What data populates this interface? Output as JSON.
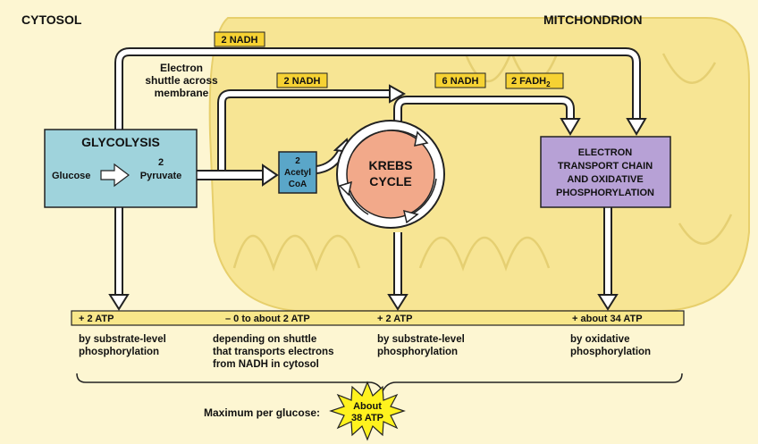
{
  "regions": {
    "cytosol": "CYTOSOL",
    "mitochondrion": "MITCHONDRION"
  },
  "nadh_badges": [
    "2 NADH",
    "2 NADH",
    "6 NADH"
  ],
  "fadh_badge": {
    "base": "2 FADH",
    "sub": "2"
  },
  "shuttle_label": [
    "Electron",
    "shuttle across",
    "membrane"
  ],
  "glycolysis": {
    "title": "GLYCOLYSIS",
    "input": "Glucose",
    "output_count": "2",
    "output": "Pyruvate"
  },
  "acetyl_coa": [
    "2",
    "Acetyl",
    "CoA"
  ],
  "krebs": [
    "KREBS",
    "CYCLE"
  ],
  "etc": [
    "ELECTRON",
    "TRANSPORT CHAIN",
    "AND OXIDATIVE",
    "PHOSPHORYLATION"
  ],
  "atp_yields": [
    "+ 2 ATP",
    "– 0 to about 2 ATP",
    "+ 2 ATP",
    "+ about 34 ATP"
  ],
  "atp_notes": [
    [
      "by substrate-level",
      "phosphorylation"
    ],
    [
      "depending on shuttle",
      "that transports electrons",
      "from NADH in cytosol"
    ],
    [
      "by substrate-level",
      "phosphorylation"
    ],
    [
      "by oxidative",
      "phosphorylation"
    ]
  ],
  "total": {
    "label": "Maximum per glucose:",
    "burst": [
      "About",
      "38 ATP"
    ]
  },
  "colors": {
    "background": "#fdf6d2",
    "mitochondrion": "#f7e594",
    "mito_edge": "#e7cf6c",
    "glycolysis": "#9fd3dc",
    "acetyl_coa": "#5aa6c8",
    "krebs": "#f2a98a",
    "etc": "#b7a1d6",
    "badge": "#f6d233",
    "atp_bar": "#f8e78a",
    "burst": "#fff21e"
  }
}
